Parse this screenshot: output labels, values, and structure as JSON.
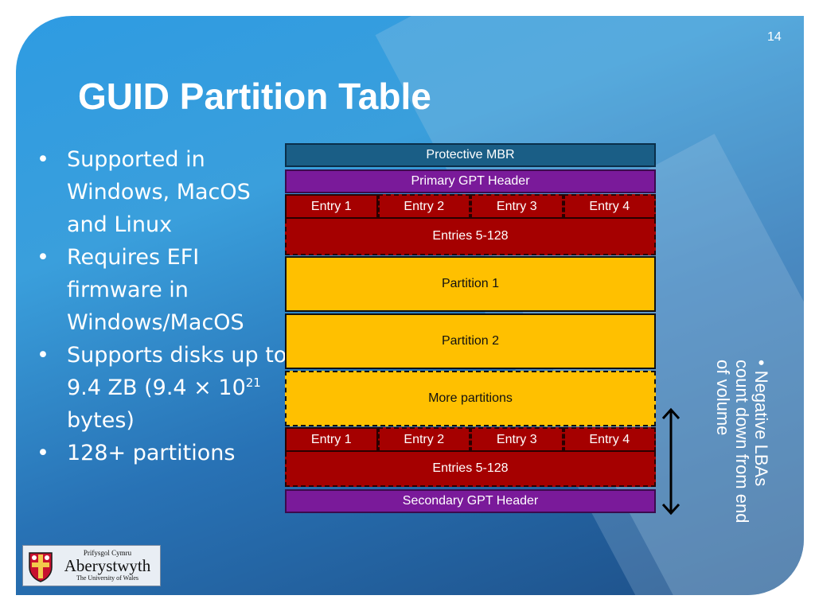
{
  "slide": {
    "page_number": "14",
    "title": "GUID Partition Table",
    "bullets": [
      {
        "text": "Supported in Windows, MacOS and Linux"
      },
      {
        "text": "Requires EFI firmware in Windows/MacOS"
      },
      {
        "text_before": "Supports disks up to 9.4 ZB (9.4 × 10",
        "superscript": "21",
        "text_after": " bytes)"
      },
      {
        "text": "128+ partitions"
      }
    ],
    "bullet_glyph": "•"
  },
  "diagram": {
    "protective_mbr": "Protective MBR",
    "primary_header": "Primary GPT Header",
    "primary_entries": [
      "Entry 1",
      "Entry 2",
      "Entry 3",
      "Entry 4"
    ],
    "primary_entries_rest": "Entries 5-128",
    "partition_1": "Partition 1",
    "partition_2": "Partition 2",
    "more_partitions": "More partitions",
    "secondary_entries": [
      "Entry 1",
      "Entry 2",
      "Entry 3",
      "Entry 4"
    ],
    "secondary_entries_rest": "Entries 5-128",
    "secondary_header": "Secondary GPT Header"
  },
  "side_note": {
    "bullet": "•",
    "text": "Negative LBAs count down from end of volume"
  },
  "logo": {
    "top_text": "Prifysgol Cymru",
    "name": "Aberystwyth",
    "bottom_text": "The University of Wales"
  },
  "colors": {
    "background": "#2e9be2",
    "mbr": "#1a5e86",
    "gpt_header": "#7a1a9a",
    "entries": "#a50000",
    "partition": "#ffc000"
  }
}
